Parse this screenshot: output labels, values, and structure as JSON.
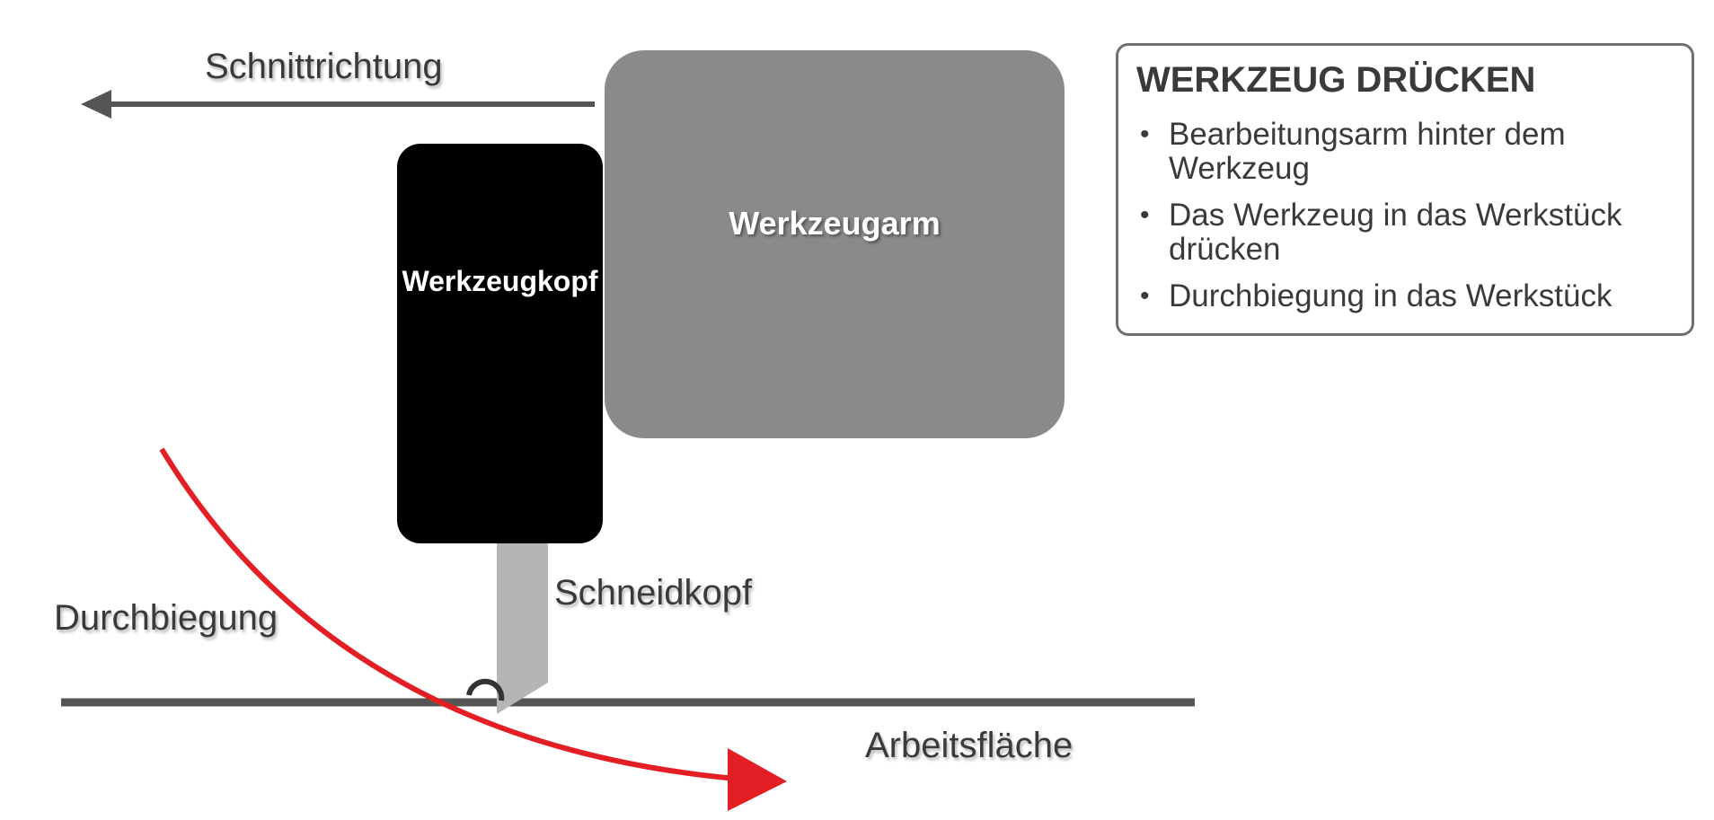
{
  "labels": {
    "cutting_direction": "Schnittrichtung",
    "tool_arm": "Werkzeugarm",
    "tool_head": "Werkzeugkopf",
    "cutting_head": "Schneidkopf",
    "deflection": "Durchbiegung",
    "work_surface": "Arbeitsfläche"
  },
  "info_box": {
    "title": "WERKZEUG DRÜCKEN",
    "items": [
      "Bearbeitungsarm hinter dem Werkzeug",
      "Das Werkzeug in das Werkstück drücken",
      "Durchbiegung in das Werkstück"
    ]
  },
  "colors": {
    "tool_arm": "#898a89",
    "tool_head": "#000000",
    "cutting_head": "#b5b5b5",
    "line": "#555555",
    "deflection_arrow": "#e31e24",
    "text": "#3a3a3a"
  }
}
